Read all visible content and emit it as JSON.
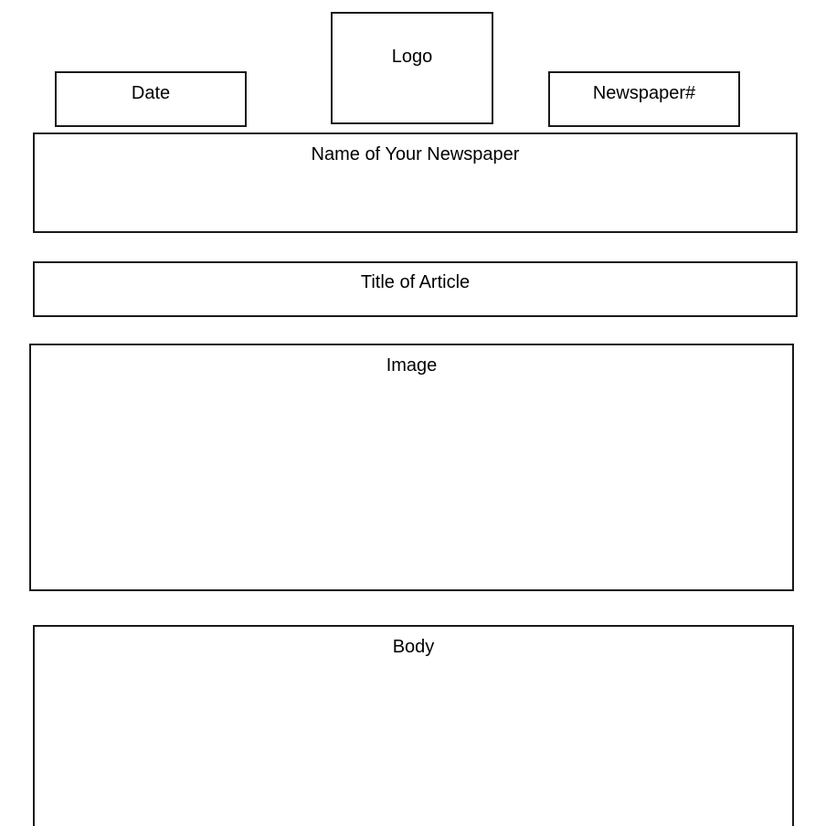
{
  "template": {
    "logo": "Logo",
    "date": "Date",
    "newspaper_number": "Newspaper#",
    "newspaper_name": "Name of Your Newspaper",
    "article_title": "Title of Article",
    "image": "Image",
    "body": "Body"
  },
  "colors": {
    "border": "#1a1a1a",
    "background": "#ffffff",
    "text": "#000000"
  }
}
